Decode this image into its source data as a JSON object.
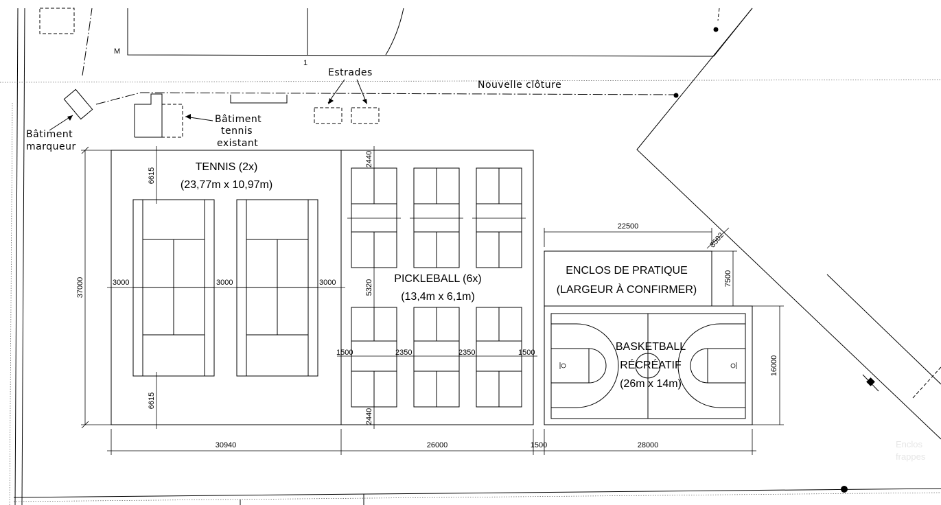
{
  "labels": {
    "marker_m": "M",
    "marker_1": "1",
    "estrades": "Estrades",
    "nouvelle_cloture": "Nouvelle clôture",
    "batiment_marqueur": [
      "Bâtiment",
      "marqueur"
    ],
    "batiment_tennis": [
      "Bâtiment",
      "tennis",
      "existant"
    ],
    "tennis": [
      "TENNIS (2x)",
      "(23,77m x 10,97m)"
    ],
    "pickleball": [
      "PICKLEBALL (6x)",
      "(13,4m x 6,1m)"
    ],
    "enclos": [
      "ENCLOS DE PRATIQUE",
      "(LARGEUR À CONFIRMER)"
    ],
    "basketball": [
      "BASKETBALL",
      "RÉCRÉATIF",
      "(26m x 14m)"
    ],
    "faint": [
      "Enclos",
      "frappes"
    ]
  },
  "dimensions": {
    "tennis_top": "6615",
    "tennis_bottom": "6615",
    "tennis_gap_left": "3000",
    "tennis_gap_mid": "3000",
    "tennis_gap_right": "3000",
    "overall_height": "37000",
    "pickle_top": "2440",
    "pickle_mid": "5320",
    "pickle_bottom": "2440",
    "pickle_gap_left": "1500",
    "pickle_gap_1": "2350",
    "pickle_gap_2": "2350",
    "pickle_gap_right": "1500",
    "bottom_tennis": "30940",
    "bottom_pickle": "26000",
    "bottom_gap": "1500",
    "bottom_basket": "28000",
    "enclos_width": "22500",
    "enclos_diag": "3502",
    "enclos_height": "7500",
    "basket_height": "16000"
  }
}
